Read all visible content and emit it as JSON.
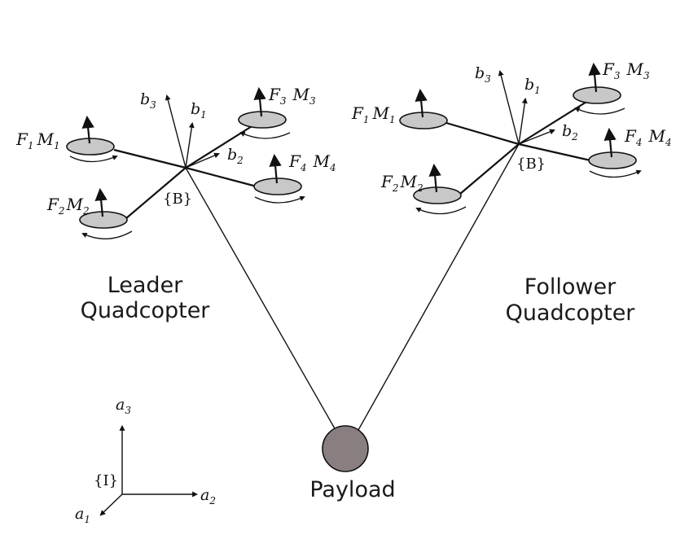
{
  "colors": {
    "rotor_fill": "#c8c8c8",
    "payload_fill": "#8a7f80",
    "line": "#111111"
  },
  "leader": {
    "label_line1": "Leader",
    "label_line2": "Quadcopter",
    "frame_label": "{B}",
    "axes": [
      {
        "sym": "b",
        "sub": "3"
      },
      {
        "sym": "b",
        "sub": "1"
      },
      {
        "sym": "b",
        "sub": "2"
      }
    ],
    "rotors": [
      {
        "f": "F",
        "fs": "1",
        "m": "M",
        "ms": "1"
      },
      {
        "f": "F",
        "fs": "2",
        "m": "M",
        "ms": "2"
      },
      {
        "f": "F",
        "fs": "3",
        "m": "M",
        "ms": "3"
      },
      {
        "f": "F",
        "fs": "4",
        "m": "M",
        "ms": "4"
      }
    ]
  },
  "follower": {
    "label_line1": "Follower",
    "label_line2": "Quadcopter",
    "frame_label": "{B}",
    "axes": [
      {
        "sym": "b",
        "sub": "3"
      },
      {
        "sym": "b",
        "sub": "1"
      },
      {
        "sym": "b",
        "sub": "2"
      }
    ],
    "rotors": [
      {
        "f": "F",
        "fs": "1",
        "m": "M",
        "ms": "1"
      },
      {
        "f": "F",
        "fs": "2",
        "m": "M",
        "ms": "2"
      },
      {
        "f": "F",
        "fs": "3",
        "m": "M",
        "ms": "3"
      },
      {
        "f": "F",
        "fs": "4",
        "m": "M",
        "ms": "4"
      }
    ]
  },
  "payload": {
    "label": "Payload"
  },
  "inertial": {
    "frame_label": "{I}",
    "axes": [
      {
        "sym": "a",
        "sub": "3"
      },
      {
        "sym": "a",
        "sub": "2"
      },
      {
        "sym": "a",
        "sub": "1"
      }
    ]
  }
}
